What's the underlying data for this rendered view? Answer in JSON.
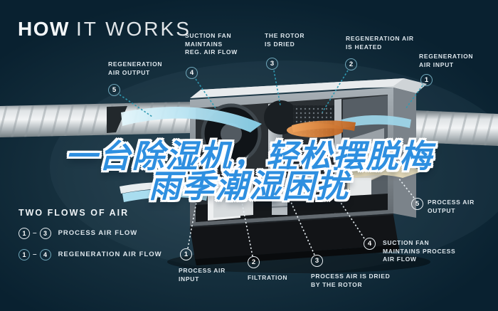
{
  "title": {
    "word_bold": "HOW",
    "word_light": "IT WORKS"
  },
  "headline": {
    "line1": "一台除湿机，轻松摆脱梅",
    "line2": "雨季潮湿困扰"
  },
  "callouts": {
    "top": [
      {
        "num": "5",
        "label": "REGENERATION\nAIR OUTPUT"
      },
      {
        "num": "4",
        "label": "SUCTION FAN\nMAINTAINS\nREG. AIR FLOW"
      },
      {
        "num": "3",
        "label": "THE ROTOR\nIS DRIED"
      },
      {
        "num": "2",
        "label": "REGENERATION AIR\nIS HEATED"
      },
      {
        "num": "1",
        "label": "REGENERATION\nAIR INPUT"
      }
    ],
    "bottom": [
      {
        "num": "1",
        "label": "PROCESS AIR\nINPUT"
      },
      {
        "num": "2",
        "label": "FILTRATION"
      },
      {
        "num": "3",
        "label": "PROCESS AIR IS DRIED\nBY THE ROTOR"
      },
      {
        "num": "4",
        "label": "SUCTION FAN\nMAINTAINS PROCESS\nAIR FLOW"
      },
      {
        "num": "5",
        "label": "PROCESS AIR\nOUTPUT"
      }
    ]
  },
  "legend": {
    "heading": "TWO FLOWS OF AIR",
    "rows": [
      {
        "start": "1",
        "dash": "–",
        "end": "3",
        "label": "PROCESS AIR FLOW"
      },
      {
        "start": "1",
        "dash": "–",
        "end": "4",
        "label": "REGENERATION AIR FLOW"
      }
    ]
  },
  "colors": {
    "background": "#16303e",
    "accent_teal": "#2f9ab2",
    "headline_blue": "#2e8fe0",
    "label_text": "#dde6ec",
    "flow_blue": "#a9ddef",
    "flow_cream": "#eadfbd",
    "rotor_orange": "#d07a33"
  }
}
